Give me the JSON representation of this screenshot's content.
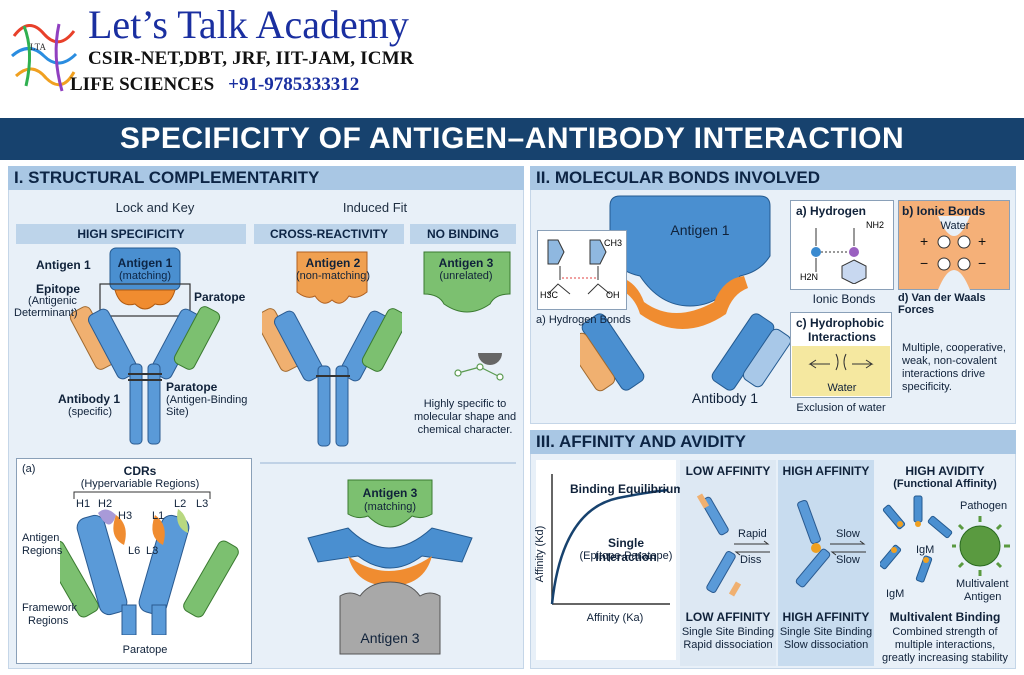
{
  "header": {
    "academy": "Let’s Talk Academy",
    "courses": "CSIR-NET,DBT, JRF, IIT-JAM, ICMR",
    "life_sciences": "LIFE SCIENCES",
    "phone": "+91-9785333312",
    "logo_text": "LTA"
  },
  "title": "SPECIFICITY OF ANTIGEN–ANTIBODY INTERACTION",
  "section1": {
    "heading": "I. STRUCTURAL COMPLEMENTARITY",
    "lock_key": "Lock and Key",
    "induced_fit": "Induced Fit",
    "high_specificity": "HIGH SPECIFICITY",
    "cross_reactivity": "CROSS-REACTIVITY",
    "no_binding": "NO BINDING",
    "antigen1_left": "Antigen 1",
    "antigen1_title": "Antigen 1",
    "antigen1_sub": "(matching)",
    "epitope": "Epitope",
    "epitope_sub1": "(Antigenic",
    "epitope_sub2": "Determinant)",
    "paratope": "Paratope",
    "antibody1": "Antibody 1",
    "antibody1_sub": "(specific)",
    "paratope2": "Paratope",
    "paratope2_sub1": "(Antigen-Binding",
    "paratope2_sub2": "Site)",
    "antigen2_title": "Antigen 2",
    "antigen2_sub": "(non-matching)",
    "antigen3_title": "Antigen 3",
    "antigen3_sub": "(unrelated)",
    "highly_specific1": "Highly specific to",
    "highly_specific2": "molecular shape and",
    "highly_specific3": "chemical character.",
    "inset_a": "(a)",
    "cdrs": "CDRs",
    "cdrs_sub": "(Hypervariable Regions)",
    "h1": "H1",
    "h2": "H2",
    "h3": "H3",
    "l1": "L1",
    "l2": "L2",
    "l3": "L3",
    "l6": "L6",
    "l3b": "L3",
    "antigen_regions1": "Antigen",
    "antigen_regions2": "Regions",
    "framework1": "Framework",
    "framework2": "Regions",
    "paratope_bottom": "Paratope",
    "antigen3m_title": "Antigen 3",
    "antigen3m_sub": "(matching)",
    "antigen3_bottom": "Antigen 3"
  },
  "section2": {
    "heading": "II. MOLECULAR BONDS INVOLVED",
    "antigen1": "Antigen 1",
    "antibody1": "Antibody 1",
    "hbonds_label": "a) Hydrogen Bonds",
    "a_hydrogen": "a) Hydrogen",
    "b_ionic": "b) Ionic Bonds",
    "water": "Water",
    "ionic_bonds": "Ionic Bonds",
    "vdw": "d) Van der Waals Forces",
    "c_hydrophobic1": "c) Hydrophobic",
    "c_hydrophobic2": "Interactions",
    "water2": "Water",
    "exclusion": "Exclusion of water",
    "multiple1": "Multiple, cooperative,",
    "multiple2": "weak, non-covalent",
    "multiple3": "interactions drive",
    "multiple4": "specificity.",
    "chem_ch3": "CH3",
    "chem_h3c": "H3C",
    "chem_oh": "OH",
    "chem_nh2": "NH2",
    "chem_h2n": "H2N"
  },
  "section3": {
    "heading": "III. AFFINITY AND AVIDITY",
    "binding_eq": "Binding Equilibrium",
    "single1": "Single Interaction",
    "single2": "(Epitope-Paratope)",
    "y_axis": "Affinity (Kd)",
    "x_axis": "Affinity (Ka)",
    "low_affinity": "LOW AFFINITY",
    "high_affinity": "HIGH AFFINITY",
    "rapid": "Rapid",
    "diss": "Diss",
    "slow1": "Slow",
    "slow2": "Slow",
    "low_affinity_b": "LOW AFFINITY",
    "low_desc1": "Single Site Binding",
    "low_desc2": "Rapid dissociation",
    "high_affinity_b": "HIGH AFFINITY",
    "high_desc1": "Single Site Binding",
    "high_desc2": "Slow dissociation",
    "high_avidity": "HIGH AVIDITY",
    "functional": "(Functional Affinity)",
    "pathogen": "Pathogen",
    "igm1": "IgM",
    "igm2": "IgM",
    "multivalent1": "Multivalent",
    "multivalent2": "Antigen",
    "multivalent_binding": "Multivalent Binding",
    "combined1": "Combined strength of",
    "combined2": "multiple interactions,",
    "combined3": "greatly increasing stability"
  }
}
